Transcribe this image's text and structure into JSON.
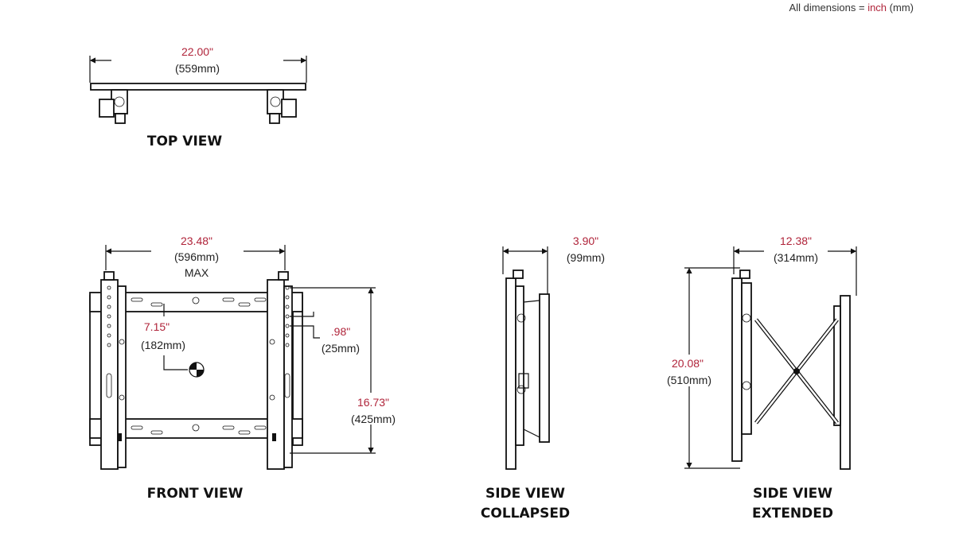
{
  "legend": {
    "prefix": "All dimensions = ",
    "unit_primary": "inch",
    "unit_secondary": "(mm)"
  },
  "colors": {
    "dimension_value": "#b0243a",
    "line": "#111111"
  },
  "top_view": {
    "title": "TOP VIEW",
    "width_in": "22.00\"",
    "width_mm": "(559mm)"
  },
  "front_view": {
    "title": "FRONT VIEW",
    "width_in": "23.48\"",
    "width_mm": "(596mm)",
    "width_note": "MAX",
    "offset_in": "7.15\"",
    "offset_mm": "(182mm)",
    "adjust_in": ".98\"",
    "adjust_mm": "(25mm)",
    "height_in": "16.73\"",
    "height_mm": "(425mm)"
  },
  "side_collapsed": {
    "title_line1": "SIDE VIEW",
    "title_line2": "COLLAPSED",
    "depth_in": "3.90\"",
    "depth_mm": "(99mm)"
  },
  "side_extended": {
    "title_line1": "SIDE VIEW",
    "title_line2": "EXTENDED",
    "depth_in": "12.38\"",
    "depth_mm": "(314mm)",
    "height_in": "20.08\"",
    "height_mm": "(510mm)"
  }
}
